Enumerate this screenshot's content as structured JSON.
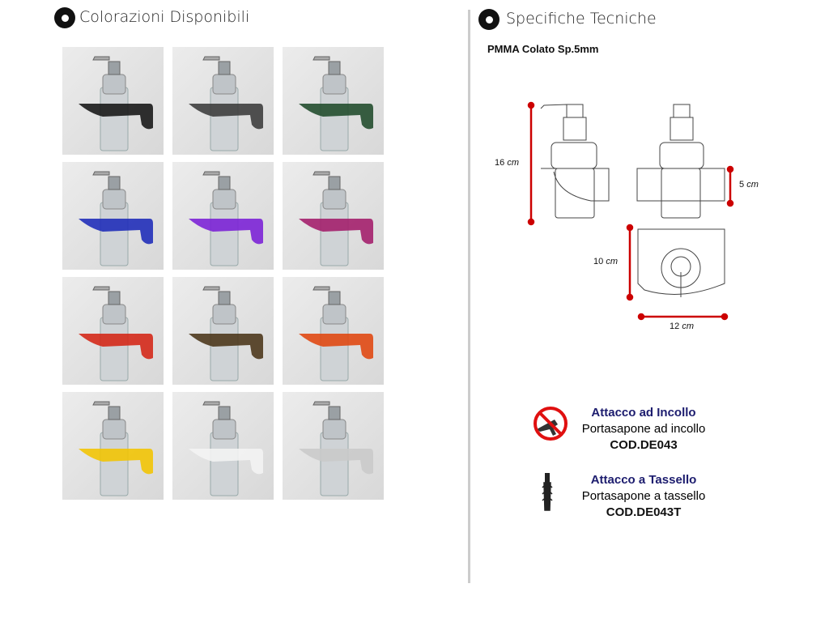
{
  "left": {
    "title": "Colorazioni Disponibili",
    "swatches": [
      {
        "name": "black",
        "color": "#151515"
      },
      {
        "name": "smoke",
        "color": "#3a3a3a"
      },
      {
        "name": "green",
        "color": "#1f4a2a"
      },
      {
        "name": "blue",
        "color": "#1d2ab8"
      },
      {
        "name": "purple",
        "color": "#7a1fd6"
      },
      {
        "name": "magenta",
        "color": "#a31b6a"
      },
      {
        "name": "red",
        "color": "#d42414"
      },
      {
        "name": "brown",
        "color": "#4a3418"
      },
      {
        "name": "orange",
        "color": "#e0460e"
      },
      {
        "name": "yellow",
        "color": "#f2c400"
      },
      {
        "name": "white",
        "color": "#f4f4f4"
      },
      {
        "name": "clear",
        "color": "#c9c9c9"
      }
    ]
  },
  "right": {
    "title": "Specifiche Tecniche",
    "material": "PMMA Colato Sp.5mm",
    "dims": {
      "height": "16",
      "shelf": "5",
      "depth": "10",
      "width": "12",
      "unit": "cm"
    },
    "mount_glue": {
      "title": "Attacco ad Incollo",
      "desc": "Portasapone ad incollo",
      "code": "COD.DE043"
    },
    "mount_plug": {
      "title": "Attacco a Tassello",
      "desc": "Portasapone a tassello",
      "code": "COD.DE043T"
    }
  },
  "accent": "#cc0000"
}
